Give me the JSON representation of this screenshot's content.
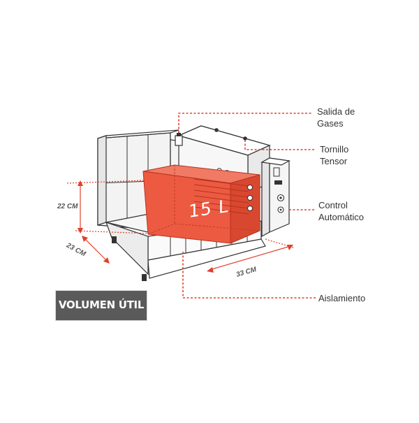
{
  "badge": {
    "label": "VOLUMEN ÚTIL"
  },
  "volume_label": "15 L",
  "dimensions": {
    "height": "22 CM",
    "depth": "23 CM",
    "width": "33 CM"
  },
  "callouts": {
    "gas_outlet": [
      "Salida de",
      "Gases"
    ],
    "tension_screw": [
      "Tornillo",
      "Tensor"
    ],
    "auto_control": [
      "Control",
      "Automático"
    ],
    "insulation": [
      "Aislamiento"
    ]
  },
  "colors": {
    "accent": "#e8442c",
    "volume_fill": "#ec5a42",
    "leader_line": "#e0412b",
    "brick": "#f2f2f2",
    "outline": "#333333",
    "badge": "#5a5a5a"
  },
  "icons": [
    "gear-icon",
    "dial-icon",
    "display-icon"
  ]
}
